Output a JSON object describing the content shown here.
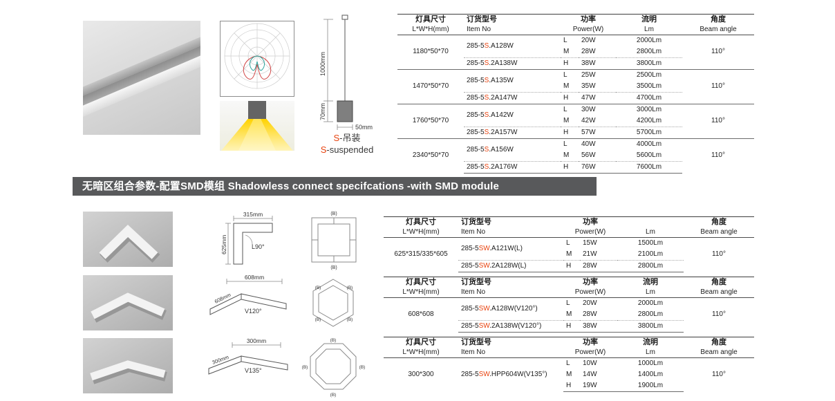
{
  "colors": {
    "red": "#e8420e",
    "banner": "#58595b"
  },
  "connector_label": "(B)",
  "top": {
    "suspend": {
      "dim_height": "1000mm",
      "dim_fixture": "70mm",
      "dim_width": "50mm",
      "label_s": "S",
      "label_cn": "-吊装",
      "label_en": "-suspended"
    },
    "table": {
      "h": {
        "size_cn": "灯具尺寸",
        "size_en": "L*W*H(mm)",
        "item_cn": "订货型号",
        "item_en": "Item No",
        "power_cn": "功率",
        "power_en": "Power(W)",
        "lm_cn": "流明",
        "lm_en": "Lm",
        "angle_cn": "角度",
        "angle_en": "Beam angle"
      },
      "groups": [
        {
          "size": "1180*50*70",
          "item1": {
            "pre": "285-5",
            "red": "S",
            "suf": ".A128W"
          },
          "item2": {
            "pre": "285-5",
            "red": "S",
            "suf": ".2A138W"
          },
          "modes": [
            "L",
            "M",
            "H"
          ],
          "watts": [
            "20W",
            "28W",
            "38W"
          ],
          "lms": [
            "2000Lm",
            "2800Lm",
            "3800Lm"
          ],
          "angle": "110°"
        },
        {
          "size": "1470*50*70",
          "item1": {
            "pre": "285-5",
            "red": "S",
            "suf": ".A135W"
          },
          "item2": {
            "pre": "285-5",
            "red": "S",
            "suf": ".2A147W"
          },
          "modes": [
            "L",
            "M",
            "H"
          ],
          "watts": [
            "25W",
            "35W",
            "47W"
          ],
          "lms": [
            "2500Lm",
            "3500Lm",
            "4700Lm"
          ],
          "angle": "110°"
        },
        {
          "size": "1760*50*70",
          "item1": {
            "pre": "285-5",
            "red": "S",
            "suf": ".A142W"
          },
          "item2": {
            "pre": "285-5",
            "red": "S",
            "suf": ".2A157W"
          },
          "modes": [
            "L",
            "M",
            "H"
          ],
          "watts": [
            "30W",
            "42W",
            "57W"
          ],
          "lms": [
            "3000Lm",
            "4200Lm",
            "5700Lm"
          ],
          "angle": "110°"
        },
        {
          "size": "2340*50*70",
          "item1": {
            "pre": "285-5",
            "red": "S",
            "suf": ".A156W"
          },
          "item2": {
            "pre": "285-5",
            "red": "S",
            "suf": ".2A176W"
          },
          "modes": [
            "L",
            "M",
            "H"
          ],
          "watts": [
            "40W",
            "56W",
            "76W"
          ],
          "lms": [
            "4000Lm",
            "5600Lm",
            "7600Lm"
          ],
          "angle": "110°"
        }
      ]
    }
  },
  "banner": {
    "text": "无暗区组合参数-配置SMD模组 Shadowless connect specifcations -with SMD module"
  },
  "sections": [
    {
      "drawing": {
        "dim_top": "315mm",
        "dim_side": "625mm",
        "angle_label": "L90°"
      },
      "table": {
        "h": {
          "size_cn": "灯具尺寸",
          "size_en": "L*W*H(mm)",
          "item_cn": "订货型号",
          "item_en": "Item No",
          "power_cn": "功率",
          "power_en": "Power(W)",
          "lm_cn": "",
          "lm_en": "Lm",
          "angle_cn": "角度",
          "angle_en": "Beam angle"
        },
        "size": "625*315/335*605",
        "item1": {
          "pre": "285-5",
          "red": "SW",
          "suf": ".A121W(L)"
        },
        "item2": {
          "pre": "285-5",
          "red": "SW",
          "suf": ".2A128W(L)"
        },
        "modes": [
          "L",
          "M",
          "H"
        ],
        "watts": [
          "15W",
          "21W",
          "28W"
        ],
        "lms": [
          "1500Lm",
          "2100Lm",
          "2800Lm"
        ],
        "angle": "110°"
      }
    },
    {
      "drawing": {
        "dim_top": "608mm",
        "dim_side": "608mm",
        "angle_label": "V120°"
      },
      "table": {
        "h": {
          "size_cn": "灯具尺寸",
          "size_en": "L*W*H(mm)",
          "item_cn": "订货型号",
          "item_en": "Item No",
          "power_cn": "功率",
          "power_en": "Power(W)",
          "lm_cn": "流明",
          "lm_en": "Lm",
          "angle_cn": "角度",
          "angle_en": "Beam angle"
        },
        "size": "608*608",
        "item1": {
          "pre": "285-5",
          "red": "SW",
          "suf": ".A128W(V120°)"
        },
        "item2": {
          "pre": "285-5",
          "red": "SW",
          "suf": ".2A138W(V120°)"
        },
        "modes": [
          "L",
          "M",
          "H"
        ],
        "watts": [
          "20W",
          "28W",
          "38W"
        ],
        "lms": [
          "2000Lm",
          "2800Lm",
          "3800Lm"
        ],
        "angle": "110°"
      }
    },
    {
      "drawing": {
        "dim_top": "300mm",
        "dim_side": "300mm",
        "angle_label": "V135°"
      },
      "table": {
        "h": {
          "size_cn": "灯具尺寸",
          "size_en": "L*W*H(mm)",
          "item_cn": "订货型号",
          "item_en": "Item No",
          "power_cn": "功率",
          "power_en": "Power(W)",
          "lm_cn": "流明",
          "lm_en": "Lm",
          "angle_cn": "角度",
          "angle_en": "Beam angle"
        },
        "size": "300*300",
        "item_single": {
          "pre": "285-5",
          "red": "SW",
          "suf": ".HPP604W(V135°)"
        },
        "modes": [
          "L",
          "M",
          "H"
        ],
        "watts": [
          "10W",
          "14W",
          "19W"
        ],
        "lms": [
          "1000Lm",
          "1400Lm",
          "1900Lm"
        ],
        "angle": "110°"
      }
    }
  ]
}
